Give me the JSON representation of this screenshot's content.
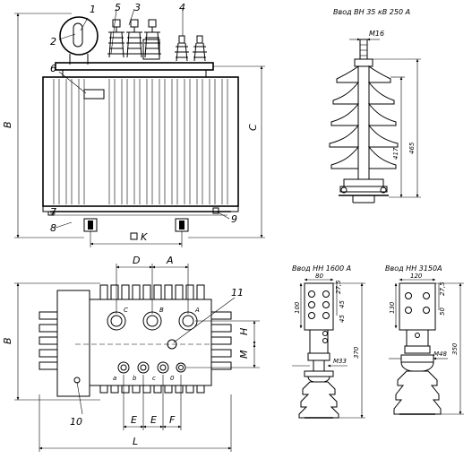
{
  "labels": {
    "dim_B_front": "B",
    "dim_C": "C",
    "dim_K": "K",
    "dim_B_top": "B",
    "dim_D": "D",
    "dim_A": "A",
    "dim_H": "H",
    "dim_M": "M",
    "dim_E1": "E",
    "dim_E2": "E",
    "dim_F": "F",
    "dim_L": "L"
  },
  "callouts": [
    "1",
    "2",
    "3",
    "4",
    "5",
    "6",
    "7",
    "8",
    "9",
    "10",
    "11"
  ],
  "phase_marks": {
    "hv": [
      "C",
      "B",
      "A"
    ],
    "lv": [
      "a",
      "b",
      "c",
      "0"
    ]
  },
  "bushing_hv": {
    "title": "Ввод ВН 35 кВ 250 А",
    "thread": "M16",
    "dim_417": "417",
    "dim_465": "465"
  },
  "bushing_lv1600": {
    "title": "Ввод НН 1600 А",
    "dim_80": "80",
    "dim_27_5": "27,5",
    "dim_45a": "45",
    "dim_100": "100",
    "dim_45b": "45",
    "thread": "M33",
    "dim_370": "370"
  },
  "bushing_lv3150": {
    "title": "Ввод НН 3150А",
    "dim_120": "120",
    "dim_27_5": "27,5",
    "dim_130": "130",
    "dim_50": "50",
    "thread": "M48",
    "dim_350": "350"
  }
}
